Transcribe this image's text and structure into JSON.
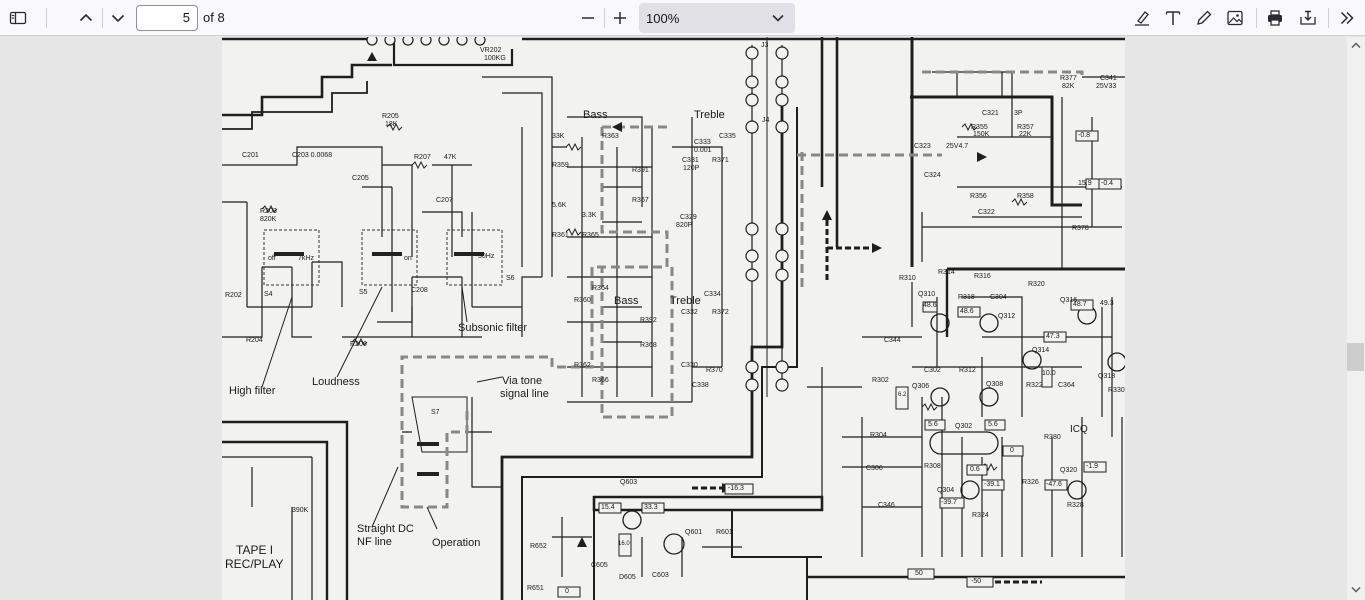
{
  "toolbar": {
    "page_number": "5",
    "page_count_label": "of 8",
    "zoom_value": "100%"
  },
  "document": {
    "labels": {
      "bass_1": "Bass",
      "treble_1": "Treble",
      "bass_2": "Bass",
      "treble_2": "Treble",
      "subsonic_filter": "Subsonic filter",
      "via_tone_1": "Via tone",
      "via_tone_2": "signal line",
      "high_filter": "High filter",
      "loudness": "Loudness",
      "straight_dc_1": "Straight DC",
      "straight_dc_2": "NF line",
      "operation": "Operation",
      "tape_1": "TAPE I",
      "tape_2": "REC/PLAY",
      "icq": "ICQ"
    },
    "parts": {
      "r205": "R205",
      "r205v": "18K",
      "r207": "R207",
      "r207v": "47K",
      "r203": "R203",
      "r203v": "820K",
      "r206": "R206",
      "r202": "R202",
      "r204": "R204",
      "c205": "C205",
      "c207": "C207",
      "c208": "C208",
      "c201": "C201",
      "c203": "C203 0.0068",
      "vr202": "VR202",
      "vr202v": "100KG",
      "s4": "S4",
      "s5": "S5",
      "s6": "S6",
      "s7": "S7",
      "khz7": "7kHz",
      "hz30": "30Hz",
      "off": "off",
      "on": "on",
      "j3": "J3",
      "j4": "J4",
      "r363": "R363",
      "r359": "R359",
      "r361": "R361",
      "r365": "R365",
      "r367": "R367",
      "r391": "R391",
      "r371": "R371",
      "c331": "C331",
      "c331v": "120P",
      "c333": "C333",
      "c333v": "0.001",
      "c329": "C329",
      "c329v": "820P",
      "c335": "C335",
      "r360": "R360",
      "r364": "R364",
      "r362": "R362",
      "r366": "R366",
      "r368": "R368",
      "r370": "R370",
      "r372": "R372",
      "r392": "R392",
      "c332": "C332",
      "c330": "C330",
      "c338": "C338",
      "c334": "C334",
      "c321": "C321",
      "c321v": "3P",
      "r355": "R355",
      "r355v": "150K",
      "r357": "R357",
      "r357v": "22K",
      "c323": "C323",
      "c323v": "25V4.7",
      "c324": "C324",
      "r356": "R356",
      "r358": "R358",
      "c322": "C322",
      "r378": "R378",
      "r377": "R377",
      "r377v": "82K",
      "c341": "C341",
      "c341v": "25V33",
      "r310": "R310",
      "r314": "R314",
      "r316": "R316",
      "r318": "R318",
      "r320": "R320",
      "q310": "Q310",
      "q312": "Q312",
      "q314": "Q314",
      "q316": "Q316",
      "q318": "Q318",
      "q302": "Q302",
      "q304": "Q304",
      "q306": "Q306",
      "q308": "Q308",
      "q320": "Q320",
      "c302": "C302",
      "r312": "R312",
      "c304": "C304",
      "c306": "C306",
      "r302": "R302",
      "r304": "R304",
      "r308": "R308",
      "r326": "R326",
      "r322": "R322",
      "r324": "R324",
      "r328": "R328",
      "r330": "R330",
      "r380": "R380",
      "c344": "C344",
      "c346": "C346",
      "c364": "C364",
      "q603": "Q603",
      "q601": "Q601",
      "r601": "R601",
      "c603": "C603",
      "c605": "C605",
      "d605": "D605",
      "r651": "R651",
      "r652": "R652",
      "r601v": "390K",
      "v_48_6a": "48.6",
      "v_48_6b": "48.6",
      "v_48_7": "48.7",
      "v_49_3": "49.3",
      "v_47_3": "47.3",
      "v_10_0": "10.0",
      "v_5_6a": "5.6",
      "v_5_6b": "5.6",
      "v_0a": "0",
      "v_0_6": "0.6",
      "v_39_7": "-39.7",
      "v_39_1": "-39.1",
      "v_47_6": "-47.6",
      "v_1_9": "-1.9",
      "v_16_3": "-16.3",
      "v_15_4": "15.4",
      "v_33_3": "33.3",
      "v_16_0": "16.0",
      "v_50a": "50",
      "v_50b": "-50",
      "v_0b": "0",
      "v_0_8": "-0.8",
      "v_0_4": "-0.4",
      "v_15_9": "15.9",
      "v_6_2": "6.2",
      "v_33k": "33K",
      "v_3_3k": "3.3K",
      "v_5_6k": "5.6K"
    }
  }
}
